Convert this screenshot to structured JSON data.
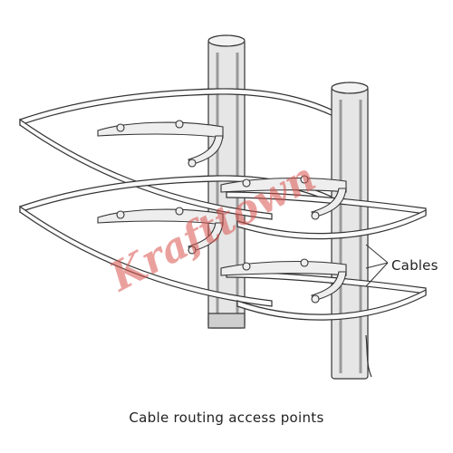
{
  "callout": {
    "label": "Cables"
  },
  "caption": {
    "text": "Cable routing access points"
  },
  "watermark": {
    "text": "Krafttown",
    "color": "#d9534f"
  },
  "colors": {
    "line": "#333333",
    "post_fill": "#e6e6e6",
    "post_stripe": "#9a9a9a",
    "glass_fill": "#fafafa"
  }
}
